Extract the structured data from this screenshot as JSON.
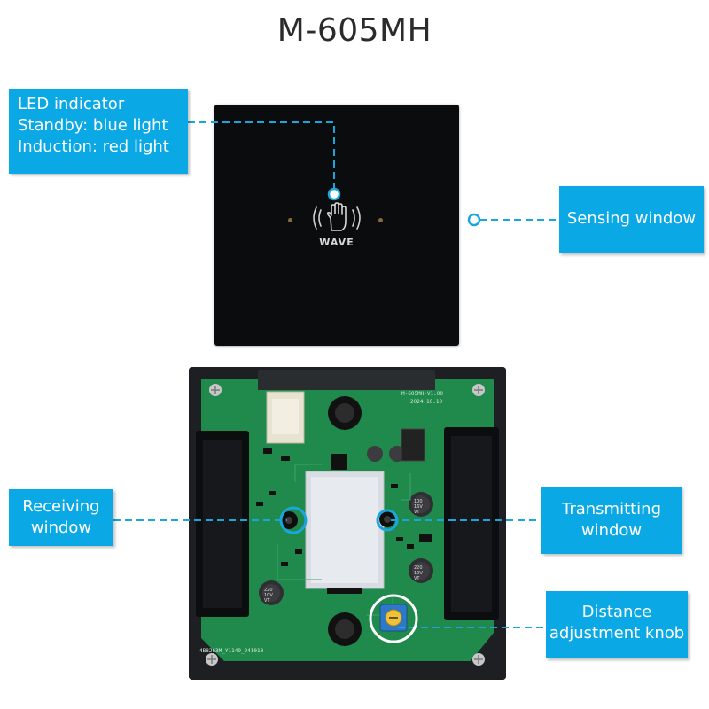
{
  "title": "M-605MH",
  "front_panel": {
    "logo_text": "WAVE",
    "icon": "hand-wave-icon"
  },
  "back_panel": {
    "board_id_top": "M-605MH-V1.00",
    "board_date": "2024.10.10",
    "board_id_bottom": "4B8263M_Y1149_241010",
    "cap_a": [
      "100",
      "16V",
      "VT"
    ],
    "cap_b": [
      "220",
      "10V",
      "VT"
    ],
    "cap_c": [
      "220",
      "10V",
      "VT"
    ]
  },
  "callouts": {
    "led": [
      "LED indicator",
      "Standby: blue light",
      "Induction: red light"
    ],
    "sensing": "Sensing window",
    "receiving": [
      "Receiving",
      "window"
    ],
    "transmitting": [
      "Transmitting",
      "window"
    ],
    "distance": [
      "Distance",
      "adjustment knob"
    ]
  },
  "colors": {
    "accent": "#0aa8e4",
    "pcb": "#1f8a4c",
    "panel": "#0b0c0e"
  }
}
